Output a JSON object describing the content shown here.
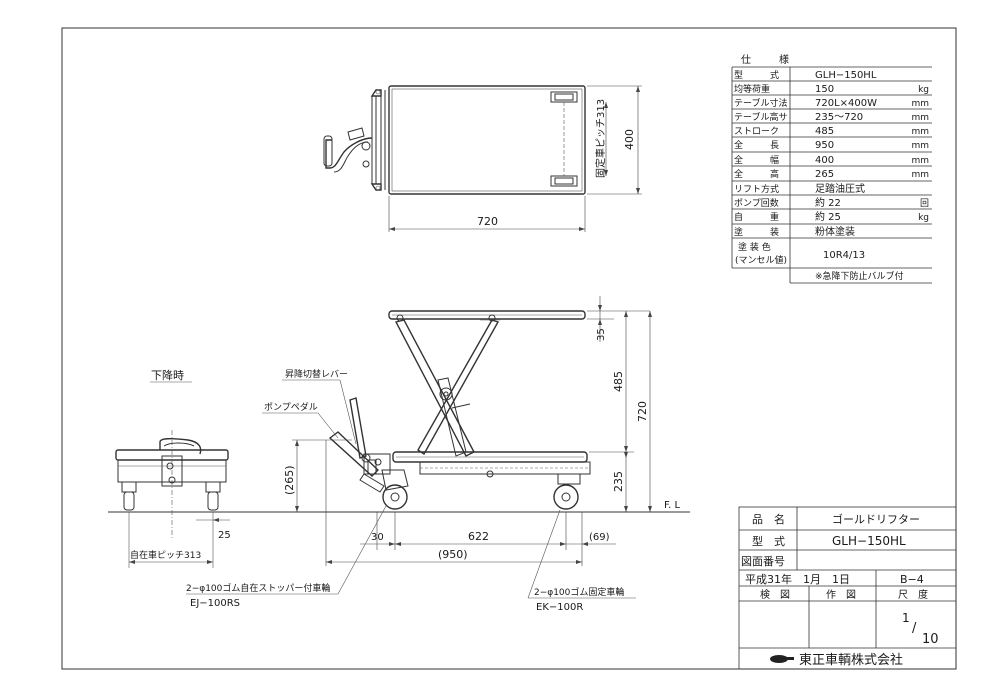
{
  "spec": {
    "header_left": "仕",
    "header_right": "様",
    "rows": [
      {
        "label": "型　　　式",
        "value": "GLH−150HL",
        "unit": ""
      },
      {
        "label": "均等荷重",
        "value": "150",
        "unit": "kg"
      },
      {
        "label": "テーブル寸法",
        "value": "720L×400W",
        "unit": "mm"
      },
      {
        "label": "テーブル高サ",
        "value": "235〜720",
        "unit": "mm"
      },
      {
        "label": "ストローク",
        "value": "485",
        "unit": "mm"
      },
      {
        "label": "全　　　長",
        "value": "950",
        "unit": "mm"
      },
      {
        "label": "全　　　幅",
        "value": "400",
        "unit": "mm"
      },
      {
        "label": "全　　　高",
        "value": "265",
        "unit": "mm"
      },
      {
        "label": "リフト方式",
        "value": "足踏油圧式",
        "unit": ""
      },
      {
        "label": "ポンプ回数",
        "value": "約 22",
        "unit": "回"
      },
      {
        "label": "自　　　重",
        "value": "約 25",
        "unit": "kg"
      },
      {
        "label": "塗　　　装",
        "value": "粉体塗装",
        "unit": ""
      }
    ],
    "color_label_1": "塗 装 色",
    "color_label_2": "(マンセル値)",
    "color_value": "10R4/13",
    "note": "※急降下防止バルブ付"
  },
  "title_block": {
    "name_label": "品　名",
    "name_value": "ゴールドリフター",
    "model_label": "型　式",
    "model_value": "GLH−150HL",
    "drawing_no_label": "図面番号",
    "date": "平成31年　1月　1日",
    "sheet_size": "B−4",
    "check_label": "検　図",
    "draw_label": "作　図",
    "scale_label": "尺　度",
    "scale_num": "1",
    "scale_slash": "/",
    "scale_den": "10",
    "company": "東正車輌株式会社"
  },
  "top_view": {
    "length": "720",
    "width": "400",
    "caster_pitch": "固定車ピッチ313"
  },
  "side_view": {
    "lever_label": "昇降切替レバー",
    "pedal_label": "ポンプペダル",
    "handle_height": "(265)",
    "dim_35": "35",
    "stroke": "485",
    "max_height": "720",
    "min_height": "235",
    "floor_label": "F. L",
    "dim_30": "30",
    "wheelbase": "622",
    "rear_overhang": "(69)",
    "overall_length": "(950)",
    "front_caster_spec": "2−φ100ゴム自在ストッパー付車輪",
    "front_caster_code": "EJ−100RS",
    "rear_caster_spec": "2−φ100ゴム固定車輪",
    "rear_caster_code": "EK−100R"
  },
  "lowered_view": {
    "title": "下降時",
    "dim_25": "25",
    "caster_pitch": "自在車ピッチ313"
  }
}
